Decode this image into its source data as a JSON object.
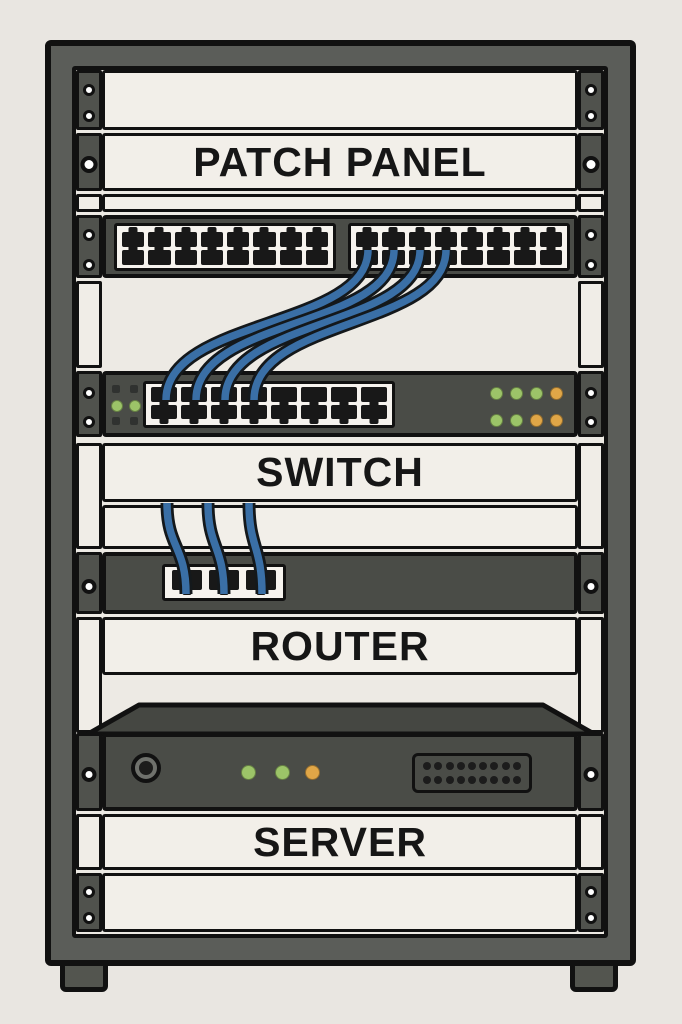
{
  "illustration": {
    "type": "network-rack-diagram",
    "labels": {
      "patch_panel": "PATCH PANEL",
      "switch": "SWITCH",
      "router": "ROUTER",
      "server": "SERVER"
    },
    "patch_panel": {
      "port_groups": 2,
      "rows_per_group": 2,
      "cols_per_group": 8,
      "total_ports": 32
    },
    "switch": {
      "port_rows": 2,
      "port_cols": 8,
      "status_leds": [
        [
          "green",
          "green",
          "green",
          "amber"
        ],
        [
          "green",
          "green",
          "amber",
          "amber"
        ]
      ],
      "indicator_grid": [
        [
          "dark",
          "dark"
        ],
        [
          "green",
          "green"
        ],
        [
          "dark",
          "dark"
        ]
      ]
    },
    "router": {
      "ports": 3
    },
    "server": {
      "status_leds": [
        "green",
        "green",
        "amber"
      ],
      "vent_rows": 2,
      "vent_cols": 9,
      "power_button": true
    },
    "cables": {
      "patch_to_switch": 4,
      "switch_to_router": 3
    },
    "colors": {
      "cable_blue": "#3a6fa6",
      "cable_outline": "#14181b",
      "led_green": "#9cc468",
      "led_amber": "#e0a647",
      "indicator_dark": "#303230",
      "rack_frame": "#5b5d59",
      "device_gray": "#4a4c47",
      "panel_cream": "#f2efe9",
      "background": "#e9e6e1",
      "outline": "#111111"
    }
  }
}
